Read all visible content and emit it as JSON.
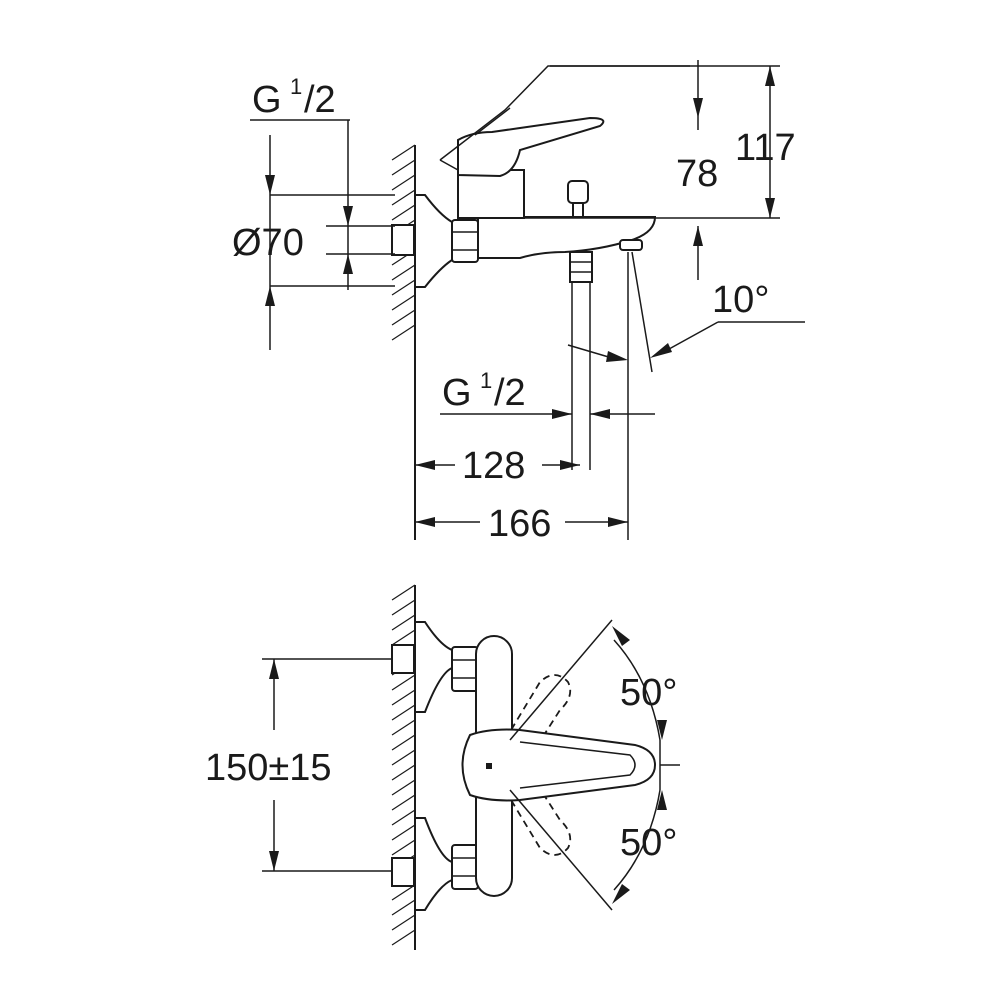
{
  "dimensions": {
    "thread_top_main": "G",
    "thread_top_sup": "1",
    "thread_top_sub": "/2",
    "diameter": "Ø70",
    "height_total": "117",
    "height_outlet": "78",
    "spout_angle": "10°",
    "thread_bottom_main": "G",
    "thread_bottom_sup": "1",
    "thread_bottom_sub": "/2",
    "depth_128": "128",
    "depth_166": "166",
    "centers": "150±15",
    "lever_angle_top": "50°",
    "lever_angle_bottom": "50°"
  }
}
